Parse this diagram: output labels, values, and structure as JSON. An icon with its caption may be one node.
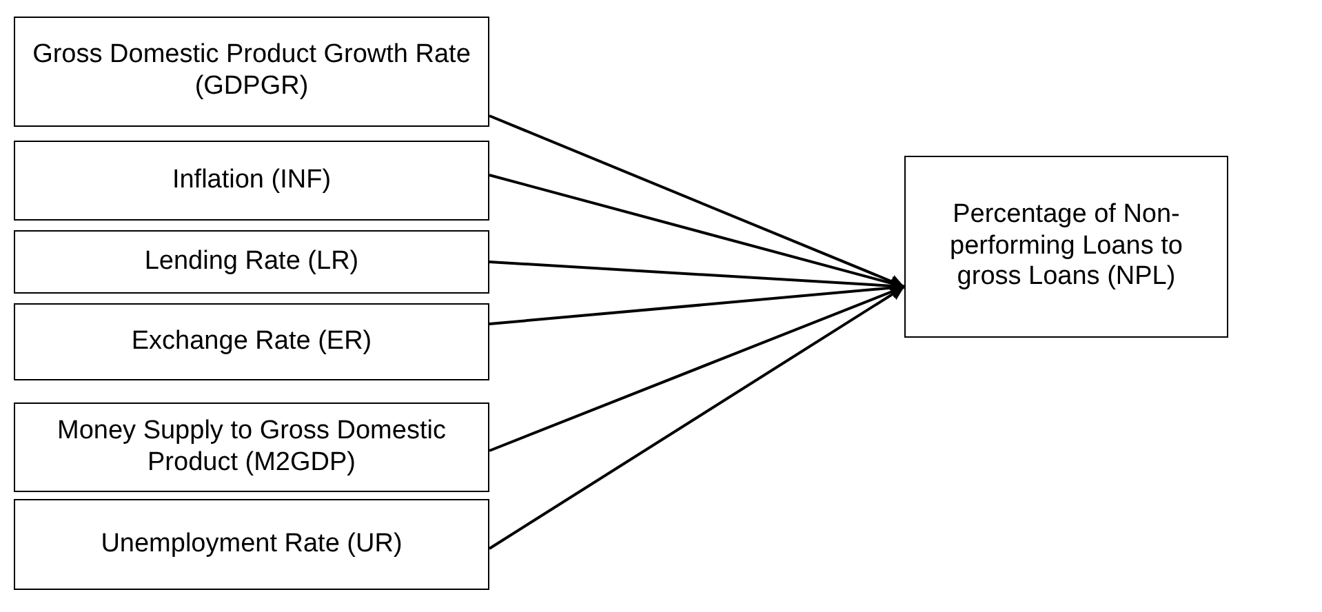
{
  "diagram": {
    "nodes": [
      {
        "text": [
          "Gross Domestic Product Growth Rate (GDPGR)"
        ]
      },
      {
        "text": [
          "Inflation (INF)"
        ]
      },
      {
        "text": [
          "Lending Rate (LR)"
        ]
      },
      {
        "text": [
          "Exchange Rate (ER)"
        ]
      },
      {
        "text": [
          "Money Supply to Gross Domestic Product (M2GDP)"
        ]
      },
      {
        "text": [
          "Unemployment Rate (UR)"
        ]
      },
      {
        "text": [
          "Percentage of Non-performing Loans to gross Loans (NPL)"
        ]
      }
    ],
    "edges": [
      {
        "from": 0,
        "to": 6,
        "arrow": "to"
      },
      {
        "from": 1,
        "to": 6,
        "arrow": "to"
      },
      {
        "from": 2,
        "to": 6,
        "arrow": "to"
      },
      {
        "from": 3,
        "to": 6,
        "arrow": "to"
      },
      {
        "from": 4,
        "to": 6,
        "arrow": "to"
      },
      {
        "from": 5,
        "to": 6,
        "arrow": "to"
      }
    ]
  }
}
